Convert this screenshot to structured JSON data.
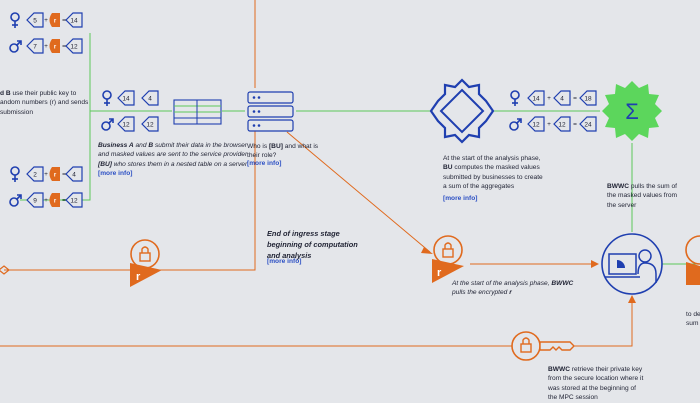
{
  "colors": {
    "orange": "#e06a1e",
    "green": "#5cc85a",
    "blue": "#1f3fb0",
    "link": "#2b4fc4",
    "background": "#e4e6ea"
  },
  "icons": {
    "female": "female-symbol-icon",
    "male": "male-symbol-icon",
    "house": "house-value-icon",
    "mask": "mask-r-icon",
    "lock": "padlock-icon",
    "key": "key-icon",
    "server": "server-icon",
    "table": "nested-table-icon",
    "star": "aggregate-star-icon",
    "sigma": "sigma-sum-icon",
    "analyst": "analyst-workstation-icon"
  },
  "ops": {
    "plus": "+",
    "equals": "="
  },
  "business_a": {
    "female": {
      "value": "5",
      "mask": "r",
      "sum": "14"
    },
    "male": {
      "value": "7",
      "mask": "r",
      "sum": "12"
    }
  },
  "business_b": {
    "female": {
      "value": "2",
      "mask": "r",
      "sum": "4"
    },
    "male": {
      "value": "9",
      "mask": "r",
      "sum": "12"
    }
  },
  "intro_text": {
    "line1_bold": "d B",
    "line1": " use their public key to",
    "line2": "andom numbers (r) and sends",
    "line3": "submission"
  },
  "submit_values": {
    "female": [
      "14",
      "4"
    ],
    "male": [
      "12",
      "12"
    ]
  },
  "submit_text": {
    "a": "Business A",
    "and": " and ",
    "b": "B",
    "rest1": " submit their data in the browser",
    "line2": "and masked values are sent to the service provider",
    "bu": "[BU]",
    "line3": " who stores them in a nested table on a server",
    "more": "[more info]"
  },
  "server_text": {
    "line1a": "Who is ",
    "bu": "[BU]",
    "line1b": " and what is",
    "line2": "their role?",
    "more": "[more info]"
  },
  "sums": {
    "female": {
      "a": "14",
      "b": "4",
      "total": "18"
    },
    "male": {
      "a": "12",
      "b": "12",
      "total": "24"
    }
  },
  "analysis_text": {
    "line1": "At the start of the analysis phase,",
    "bu": "BU",
    "line2": " computes the masked values",
    "line3": "submitted by businesses to create",
    "line4": "a sum of the aggregates",
    "more": "[more info]"
  },
  "sigma": {
    "symbol": "Σ"
  },
  "pull_sums_text": {
    "bwwc": "BWWC",
    "line1": " pulls the sum of",
    "line2": "the masked values from",
    "line3": "the server"
  },
  "ingress": {
    "line1": "End of ingress stage",
    "line2": "beginning of computation",
    "line3": "and analysis",
    "more": "[more info]"
  },
  "lock_r": {
    "label": "r",
    "text_line1": "At the start of the analysis phase,",
    "bwwc": "BWWC",
    "text_line2": "pulls the encrypted",
    "r": "r"
  },
  "right_edge_text": {
    "line1": "to de",
    "line2": "sum"
  },
  "key_text": {
    "bwwc": "BWWC",
    "line1": " retrieve their private key",
    "line2": "from the secure location where it",
    "line3": "was stored at the beginning of",
    "line4": "the MPC session"
  }
}
